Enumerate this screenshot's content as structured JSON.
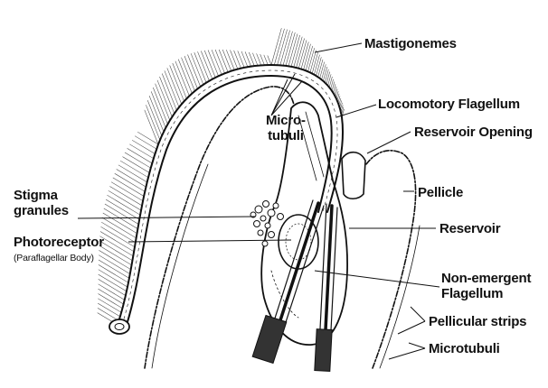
{
  "labels": {
    "mastigonemes": "Mastigonemes",
    "locomotory_flagellum": "Locomotory Flagellum",
    "micro": "Micro-",
    "tubuli": "tubuli",
    "reservoir_opening": "Reservoir Opening",
    "stigma": "Stigma",
    "granules": "granules",
    "pellicle": "Pellicle",
    "reservoir": "Reservoir",
    "photoreceptor": "Photoreceptor",
    "paraflagellar_body": "(Paraflagellar Body)",
    "non_emergent": "Non-emergent",
    "flagellum": "Flagellum",
    "pellicular_strips": "Pellicular strips",
    "microtubuli": "Microtubuli"
  },
  "colors": {
    "ink": "#111111",
    "background": "#ffffff"
  }
}
